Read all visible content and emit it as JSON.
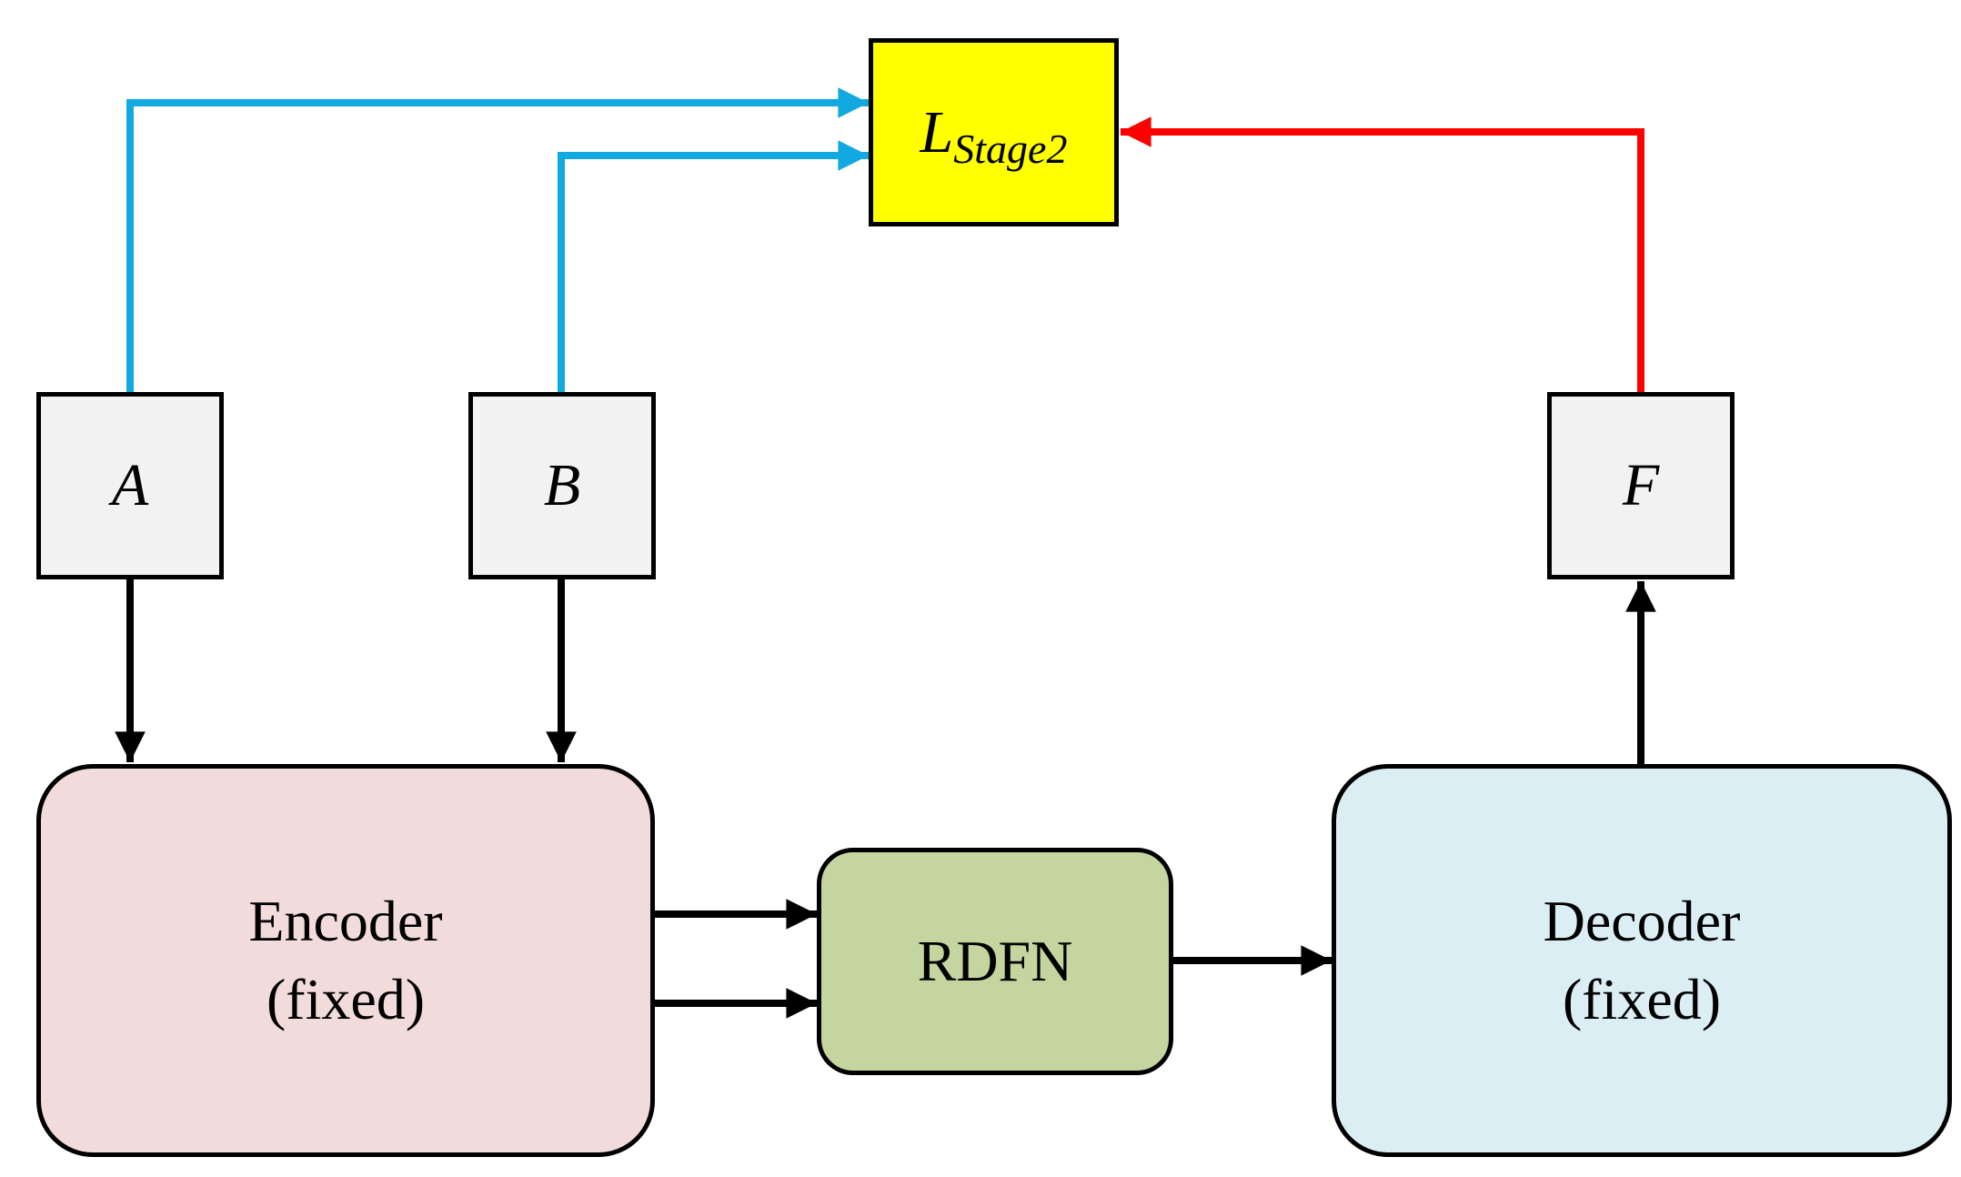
{
  "loss": {
    "symbol": "L",
    "subscript": "Stage2",
    "color": "#ffff00"
  },
  "inputs": [
    {
      "label": "A"
    },
    {
      "label": "B"
    }
  ],
  "output": {
    "label": "F"
  },
  "encoder": {
    "line1": "Encoder",
    "line2": "(fixed)",
    "color": "#f2dcdb"
  },
  "fusion": {
    "label": "RDFN",
    "color": "#c5d5a0"
  },
  "decoder": {
    "line1": "Decoder",
    "line2": "(fixed)",
    "color": "#dbeef4"
  },
  "arrow_colors": {
    "input_to_loss": "#12a8e0",
    "output_to_loss": "#ff0000",
    "data_flow": "#000000"
  }
}
